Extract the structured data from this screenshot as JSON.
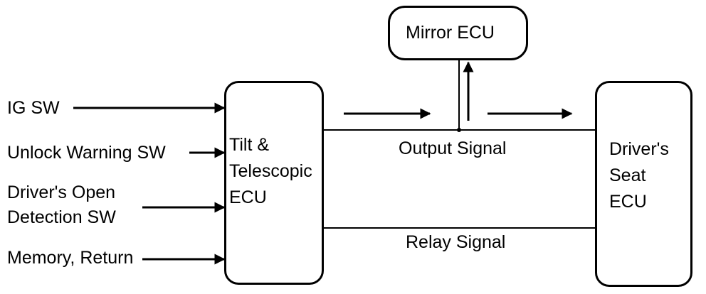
{
  "inputs": {
    "ig_sw": "IG SW",
    "unlock_warning_sw": "Unlock Warning SW",
    "drivers_open_line1": "Driver's Open",
    "drivers_open_line2": "Detection SW",
    "memory_return": "Memory, Return"
  },
  "boxes": {
    "tilt_line1": "Tilt &",
    "tilt_line2": "Telescopic",
    "tilt_line3": "ECU",
    "mirror": "Mirror ECU",
    "seat_line1": "Driver's",
    "seat_line2": "Seat",
    "seat_line3": "ECU"
  },
  "signals": {
    "output": "Output Signal",
    "relay": "Relay Signal"
  }
}
